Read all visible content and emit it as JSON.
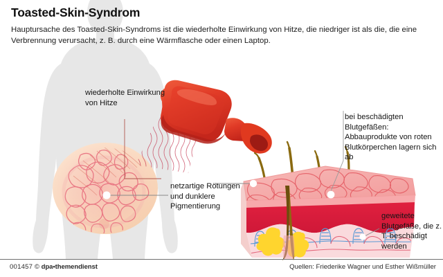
{
  "header": {
    "title": "Toasted-Skin-Syndrom",
    "subtitle": "Hauptursache des Toasted-Skin-Syndroms ist die wiederholte Einwirkung von Hitze, die niedriger ist als die, die eine Verbrennung verursacht, z. B. durch eine Wärmflasche oder einen Laptop."
  },
  "annotations": {
    "heat": "wiederholte Einwirkung von Hitze",
    "net_redness": "netzartige Rötungen und dunklere Pigmentierung",
    "damaged_vessels": "bei beschädigten Blutgefäßen: Abbauprodukte von roten Blutkörperchen lagern sich ab",
    "dilated_vessels": "geweitete Blutgefäße, die z. T. beschädigt werden"
  },
  "footer": {
    "id_number": "001457",
    "copyright_symbol": "©",
    "brand": "dpa•themendienst",
    "sources": "Quellen: Friederike Wagner und Esther Wißmüller"
  },
  "illustration": {
    "body_silhouette": "human-body-silhouette",
    "hot_water_bottle": "hot-water-bottle",
    "heat_waves": "heat-waves",
    "rash_patch": "reticular-rash-patch",
    "skin_cross_section": "skin-cross-section-block",
    "hairs_count": 4,
    "marker_dots": 3
  },
  "colors": {
    "silhouette_gray": "#e7e7e7",
    "skin_tone": "#fadcc0",
    "bottle_red": "#e8402a",
    "bottle_dark_red": "#c1261c",
    "rash_red": "#e8707f",
    "crimson": "#d81e43",
    "pale_pink": "#fadadd",
    "vessel_blue": "#5b9ad5",
    "vessel_red": "#e4697d",
    "sebum_yellow": "#ffd52e",
    "hair_brown": "#8a6a10",
    "text_dark": "#141414",
    "rule_gray": "#6f6f6f"
  }
}
